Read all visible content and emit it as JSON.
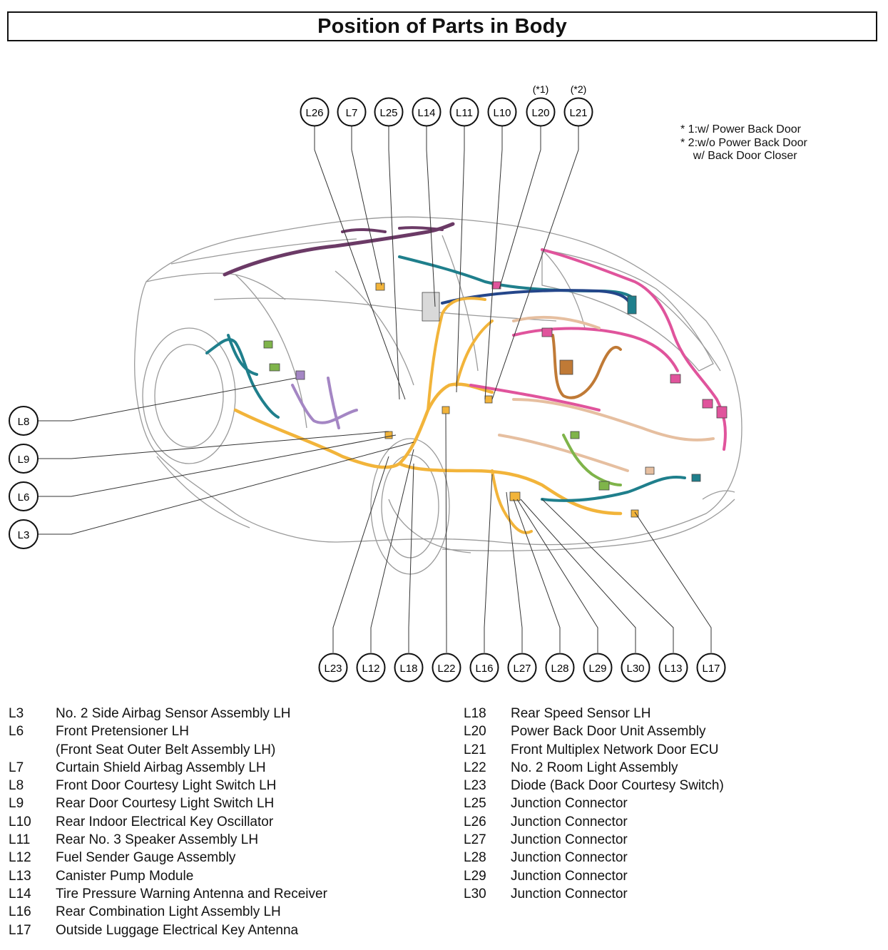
{
  "title": "Position of Parts in Body",
  "notes": [
    "* 1:w/ Power Back Door",
    "* 2:w/o Power Back Door",
    "    w/ Back Door Closer"
  ],
  "top_callouts": [
    {
      "id": "L26",
      "note": ""
    },
    {
      "id": "L7",
      "note": ""
    },
    {
      "id": "L25",
      "note": ""
    },
    {
      "id": "L14",
      "note": ""
    },
    {
      "id": "L11",
      "note": ""
    },
    {
      "id": "L10",
      "note": ""
    },
    {
      "id": "L20",
      "note": "(*1)"
    },
    {
      "id": "L21",
      "note": "(*2)"
    }
  ],
  "left_callouts": [
    "L8",
    "L9",
    "L6",
    "L3"
  ],
  "bottom_callouts": [
    "L23",
    "L12",
    "L18",
    "L22",
    "L16",
    "L27",
    "L28",
    "L29",
    "L30",
    "L13",
    "L17"
  ],
  "harness_colors": {
    "orange": "#f2b43a",
    "purple": "#6b3a66",
    "teal": "#1f7f8c",
    "pink": "#e0549c",
    "tan": "#e6bfa0",
    "lavender": "#a486c4",
    "brown": "#c07a36",
    "green": "#7fb44a",
    "navy": "#24468a"
  },
  "legend_left": [
    {
      "code": "L3",
      "name": "No. 2 Side Airbag Sensor Assembly LH"
    },
    {
      "code": "L6",
      "name": "Front Pretensioner LH"
    },
    {
      "code": "",
      "name": "(Front Seat Outer Belt Assembly LH)"
    },
    {
      "code": "L7",
      "name": "Curtain Shield Airbag Assembly LH"
    },
    {
      "code": "L8",
      "name": "Front Door Courtesy Light Switch LH"
    },
    {
      "code": "L9",
      "name": "Rear Door Courtesy Light Switch LH"
    },
    {
      "code": "L10",
      "name": "Rear Indoor Electrical Key Oscillator"
    },
    {
      "code": "L11",
      "name": "Rear No. 3 Speaker Assembly LH"
    },
    {
      "code": "L12",
      "name": "Fuel Sender Gauge Assembly"
    },
    {
      "code": "L13",
      "name": "Canister Pump Module"
    },
    {
      "code": "L14",
      "name": "Tire Pressure Warning Antenna and Receiver"
    },
    {
      "code": "L16",
      "name": "Rear Combination Light Assembly LH"
    },
    {
      "code": "L17",
      "name": "Outside Luggage Electrical Key Antenna"
    }
  ],
  "legend_right": [
    {
      "code": "L18",
      "name": "Rear Speed Sensor LH"
    },
    {
      "code": "L20",
      "name": "Power Back Door Unit Assembly"
    },
    {
      "code": "L21",
      "name": "Front Multiplex Network Door ECU"
    },
    {
      "code": "L22",
      "name": "No. 2 Room Light Assembly"
    },
    {
      "code": "L23",
      "name": "Diode (Back Door Courtesy Switch)"
    },
    {
      "code": "L25",
      "name": "Junction Connector"
    },
    {
      "code": "L26",
      "name": "Junction Connector"
    },
    {
      "code": "L27",
      "name": "Junction Connector"
    },
    {
      "code": "L28",
      "name": "Junction Connector"
    },
    {
      "code": "L29",
      "name": "Junction Connector"
    },
    {
      "code": "L30",
      "name": "Junction Connector"
    }
  ]
}
